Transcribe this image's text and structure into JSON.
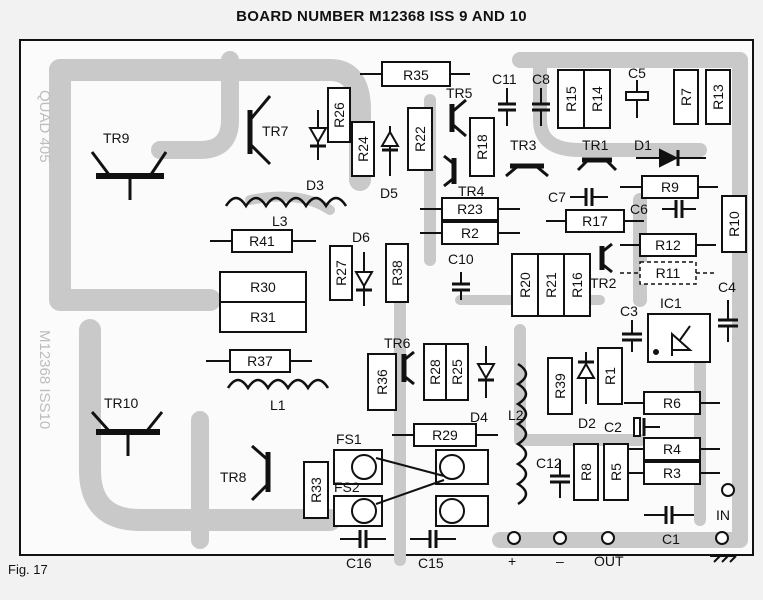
{
  "title": "BOARD NUMBER M12368 ISS 9 AND 10",
  "figure_label": "Fig. 17",
  "watermarks": [
    "QUAD 405",
    "M12368 ISS10"
  ],
  "resistors_h": [
    "R35",
    "R41",
    "R30",
    "R31",
    "R37",
    "R29",
    "R23",
    "R2",
    "R17",
    "R9",
    "R12",
    "R11",
    "R6",
    "R4",
    "R3"
  ],
  "resistors_v": [
    "R26",
    "R24",
    "R22",
    "R18",
    "R15",
    "R14",
    "R7",
    "R13",
    "R10",
    "R27",
    "R38",
    "R20",
    "R21",
    "R16",
    "R36",
    "R28",
    "R25",
    "R39",
    "R1",
    "R8",
    "R5",
    "R33"
  ],
  "transistors": [
    "TR9",
    "TR7",
    "TR5",
    "TR3",
    "TR1",
    "TR4",
    "TR6",
    "TR10",
    "TR8",
    "TR2"
  ],
  "diodes": [
    "D1",
    "D3",
    "D5",
    "D6",
    "D4",
    "D2"
  ],
  "capacitors": [
    "C11",
    "C8",
    "C5",
    "C7",
    "C6",
    "C10",
    "C3",
    "C4",
    "C2",
    "C12",
    "C1",
    "C16",
    "C15"
  ],
  "inductors": [
    "L3",
    "L1",
    "L2"
  ],
  "fuses": [
    "FS1",
    "FS2"
  ],
  "ic": "IC1",
  "terminals": {
    "plus": "+",
    "minus": "–",
    "out": "OUT",
    "in": "IN"
  }
}
